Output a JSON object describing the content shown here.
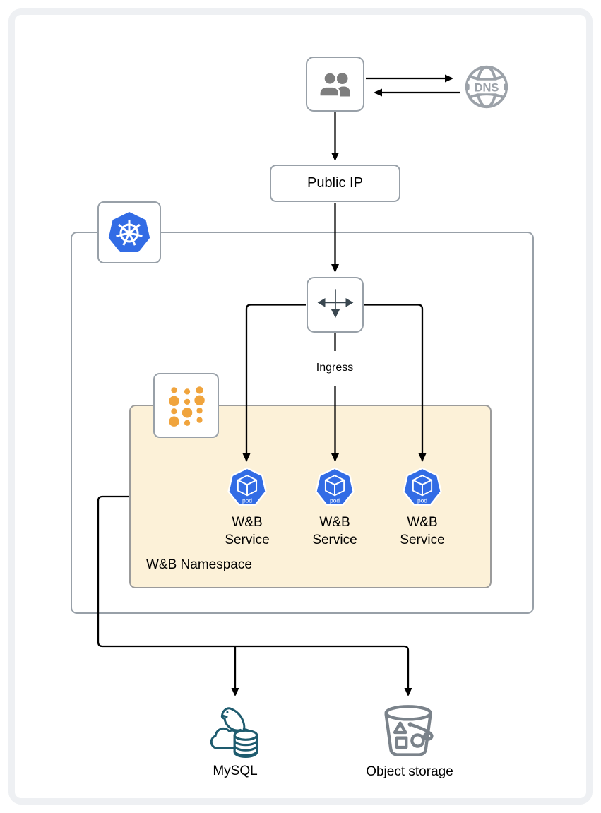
{
  "nodes": {
    "users": {
      "icon": "users-icon"
    },
    "dns": {
      "label": "DNS"
    },
    "public_ip": {
      "label": "Public IP"
    },
    "kubernetes_cluster": {
      "icon": "kubernetes-logo-icon"
    },
    "ingress": {
      "label": "Ingress"
    },
    "namespace": {
      "label": "W&B Namespace",
      "icon": "namespace-dots-icon"
    },
    "pods": [
      {
        "badge": "pod",
        "label": "W&B Service"
      },
      {
        "badge": "pod",
        "label": "W&B Service"
      },
      {
        "badge": "pod",
        "label": "W&B Service"
      }
    ],
    "mysql": {
      "label": "MySQL"
    },
    "object_storage": {
      "label": "Object storage"
    }
  },
  "colors": {
    "line": "#000000",
    "box_border": "#98A0A8",
    "kubernetes_blue": "#326CE5",
    "namespace_fill": "#FCF1D8",
    "namespace_dot_orange": "#F0A43D",
    "ingress_glyph": "#3A4750",
    "users_gray": "#7E7E7E",
    "dns_gray": "#9CA2A9",
    "mysql_teal": "#1E5B6E",
    "bucket_gray": "#7A828A",
    "frame_gray": "#EEF0F3"
  }
}
